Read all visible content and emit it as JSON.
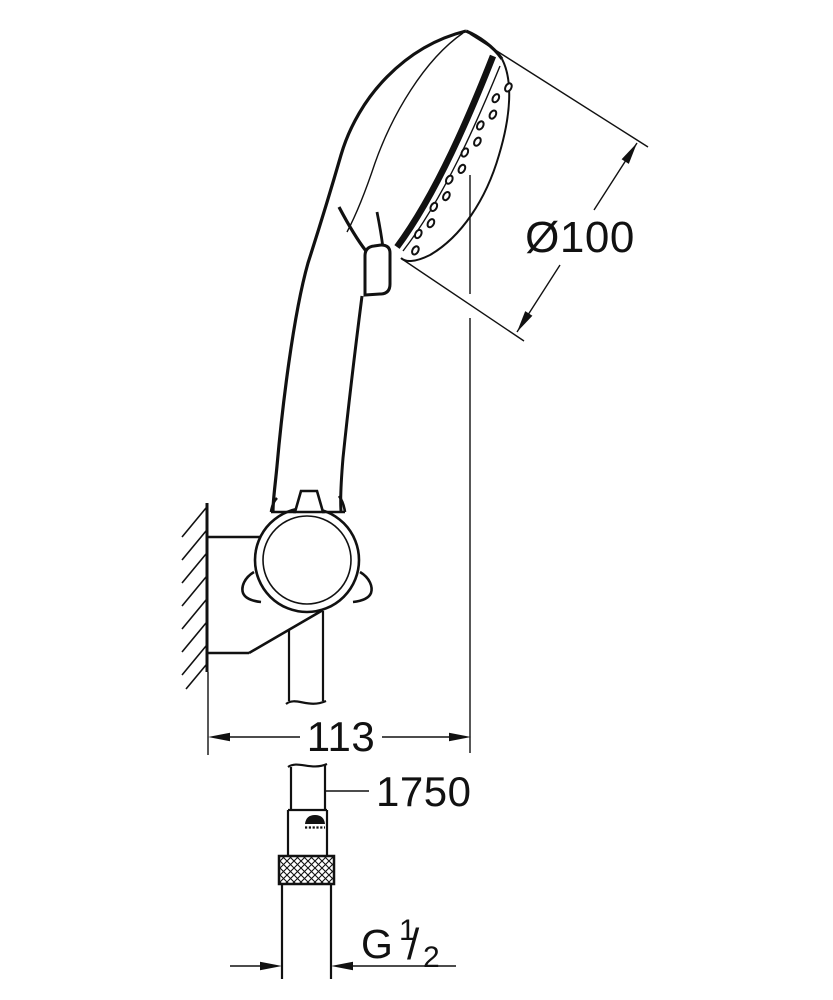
{
  "figure": {
    "type": "technical-dimension-drawing",
    "subject": "hand shower on wall holder with shower hose",
    "colors": {
      "background": "#ffffff",
      "line": "#111111"
    },
    "icons": {
      "brand_stamp": "grohe-brand-stamp"
    },
    "dimensions": {
      "head_diameter": {
        "label": "Ø100",
        "value": 100
      },
      "wall_offset": {
        "label": "113",
        "value": 113
      },
      "hose_length": {
        "label": "1750",
        "value": 1750
      },
      "thread": {
        "value": "G 1/2",
        "prefix": "G",
        "numerator": "1",
        "slash": "/",
        "denominator": "2"
      }
    }
  }
}
